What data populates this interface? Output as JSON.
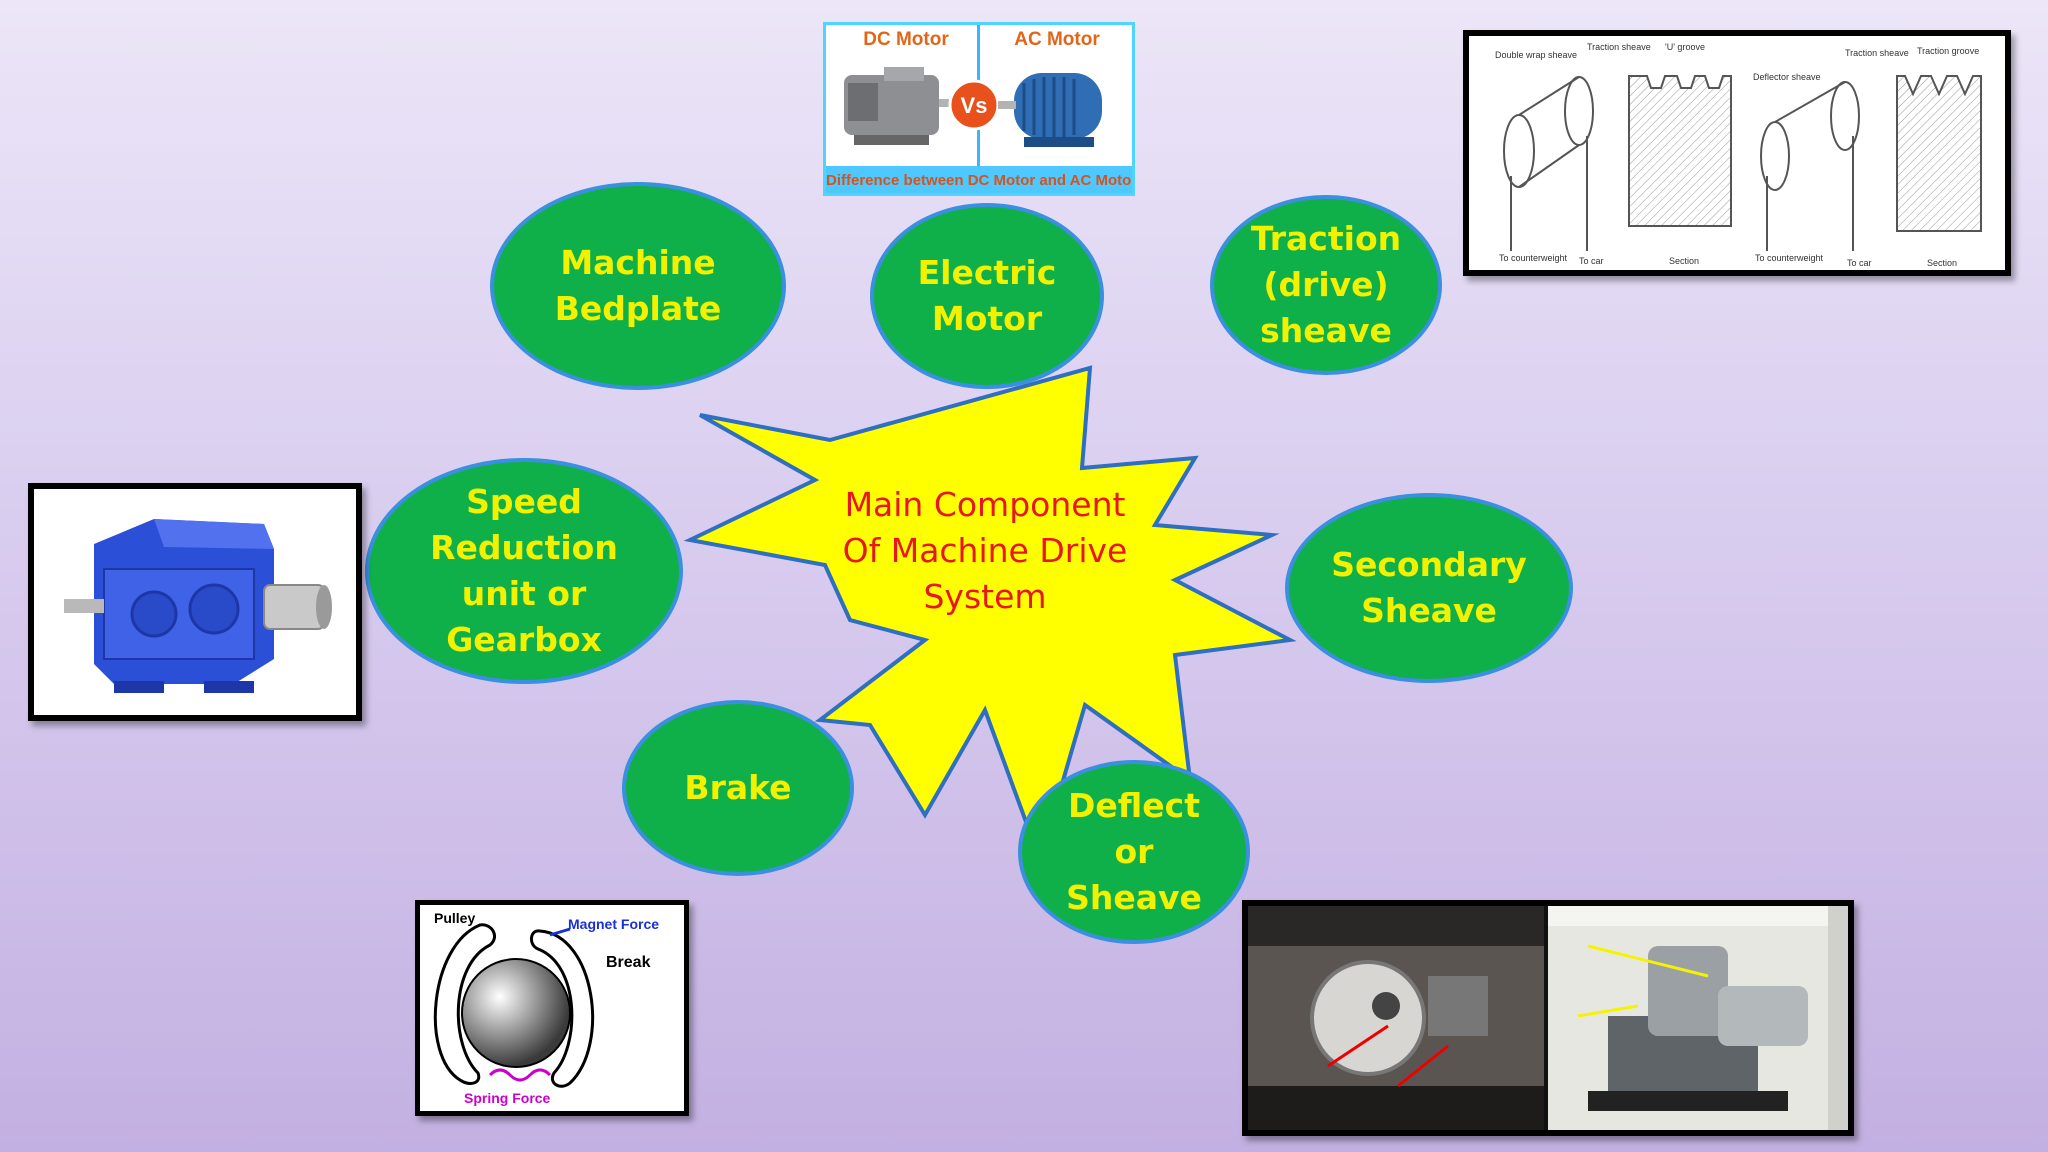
{
  "center": {
    "label": "Main Component\nOf Machine Drive\nSystem",
    "fill": "#ffff00",
    "stroke": "#2e6fc2",
    "text_color": "#e8161e"
  },
  "nodes": [
    {
      "id": "machine-bedplate",
      "label": "Machine\nBedplate"
    },
    {
      "id": "electric-motor",
      "label": "Electric\nMotor"
    },
    {
      "id": "traction-sheave",
      "label": "Traction\n(drive)\nsheave"
    },
    {
      "id": "speed-reduction",
      "label": "Speed\nReduction\nunit or\nGearbox"
    },
    {
      "id": "secondary-sheave",
      "label": "Secondary\nSheave"
    },
    {
      "id": "brake",
      "label": "Brake"
    },
    {
      "id": "deflect-sheave",
      "label": "Deflect\nor\nSheave"
    }
  ],
  "colors": {
    "node_fill": "#0fb04a",
    "node_text": "#f2f200",
    "node_border": "#3b8fe0"
  },
  "images": {
    "motor": {
      "left_title": "DC Motor",
      "vs": "Vs",
      "right_title": "AC Motor",
      "caption": "Difference between DC Motor and AC Motor"
    },
    "sheave_diagram": {
      "labels": [
        "Double wrap sheave",
        "Traction sheave",
        "'U' groove",
        "To counterweight",
        "To car",
        "Section",
        "Deflector sheave",
        "Traction sheave",
        "Traction groove",
        "To counterweight",
        "To car",
        "Section"
      ]
    },
    "brake": {
      "pulley": "Pulley",
      "magnet": "Magnet Force",
      "brake": "Break",
      "spring": "Spring Force"
    }
  }
}
